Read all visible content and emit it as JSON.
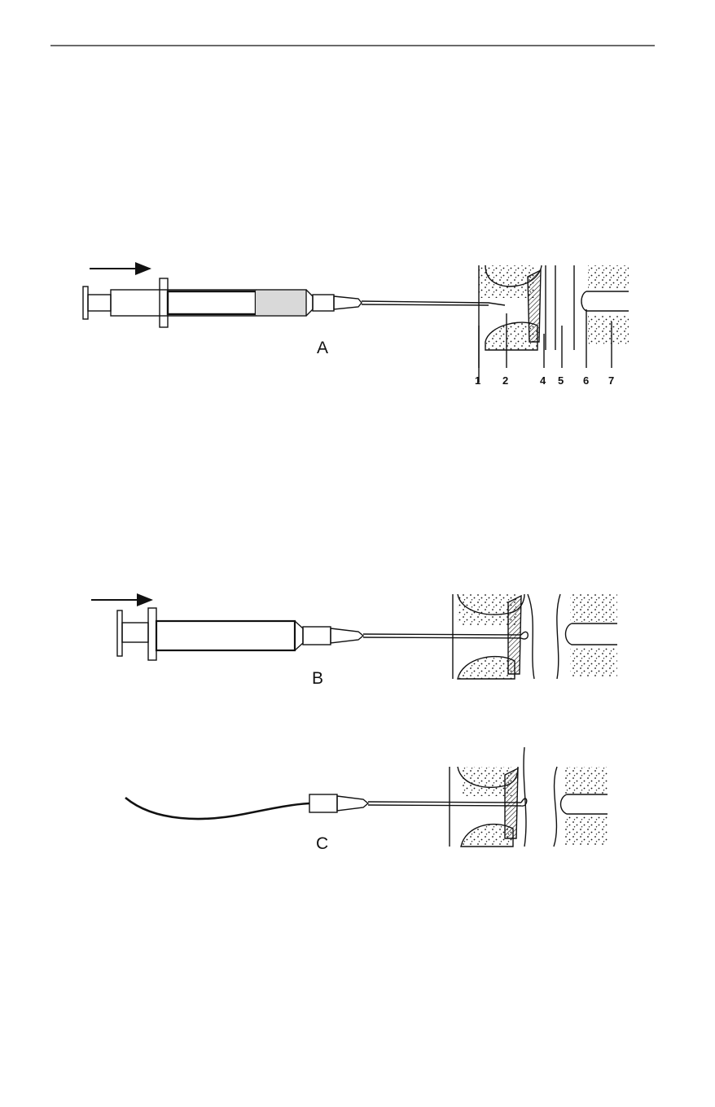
{
  "panels": [
    {
      "id": "A",
      "label": "A"
    },
    {
      "id": "B",
      "label": "B"
    },
    {
      "id": "C",
      "label": "C"
    }
  ],
  "structure_labels": [
    "1",
    "2",
    "4",
    "5",
    "6",
    "7"
  ],
  "colors": {
    "ink": "#111111",
    "fluid": "#d9d9d9",
    "paper": "#ffffff"
  }
}
